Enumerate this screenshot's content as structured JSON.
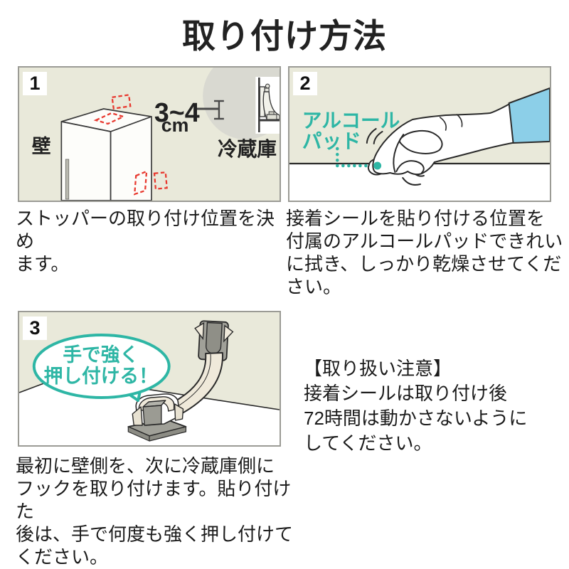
{
  "title": "取り付け方法",
  "colors": {
    "accent_teal": "#2eb6a5",
    "marker_red": "#e8392f",
    "sleeve_blue": "#8ccfe8",
    "panel_background": "#e9e9da",
    "panel_border": "#9b9b95",
    "strap_cream": "#efe9da",
    "hardware_gray": "#a0a098"
  },
  "steps": [
    {
      "number": "1",
      "caption_lines": [
        "ストッパーの取り付け位置を決め",
        "ます。"
      ],
      "labels": {
        "wall": "壁",
        "fridge": "冷蔵庫"
      },
      "measurement": {
        "value": "3~4",
        "unit": "cm"
      }
    },
    {
      "number": "2",
      "caption_lines": [
        "接着シールを貼り付ける位置を",
        "付属のアルコールパッドできれい",
        "に拭き、しっかり乾燥させてくだ",
        "さい。"
      ],
      "labels": {
        "pad_line1": "アルコール",
        "pad_line2": "パッド"
      }
    },
    {
      "number": "3",
      "caption_lines": [
        "最初に壁側を、次に冷蔵庫側に",
        "フックを取り付けます。貼り付けた",
        "後は、手で何度も強く押し付けて",
        "ください。"
      ],
      "labels": {
        "bubble_line1": "手で強く",
        "bubble_line2": "押し付ける！"
      }
    }
  ],
  "note": {
    "heading": "【取り扱い注意】",
    "lines": [
      "接着シールは取り付け後",
      "72時間は動かさないように",
      "してください。"
    ]
  }
}
